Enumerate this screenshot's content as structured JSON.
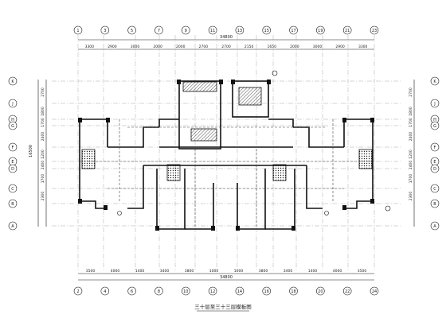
{
  "axes_top": [
    "1",
    "3",
    "5",
    "7",
    "9",
    "11",
    "13",
    "15",
    "17",
    "19",
    "21",
    "23"
  ],
  "axes_bottom": [
    "2",
    "4",
    "6",
    "8",
    "10",
    "12",
    "14",
    "16",
    "18",
    "20",
    "22",
    "24"
  ],
  "axes_rows": [
    "K",
    "J",
    "H",
    "G",
    "F",
    "E",
    "D",
    "C",
    "B",
    "A"
  ],
  "dims_top_overall": "34800",
  "dims_top": [
    "3300",
    "2900",
    "3000",
    "2000",
    "2000",
    "2700",
    "2700",
    "2150",
    "1650",
    "2000",
    "3000",
    "2900",
    "3300"
  ],
  "dims_bottom": [
    "3500",
    "4000",
    "1400",
    "3400",
    "3800",
    "1000",
    "1000",
    "3800",
    "3400",
    "1400",
    "4000",
    "3500"
  ],
  "dims_bottom_overall": "34800",
  "dims_side": [
    "2700",
    "1800",
    "1700",
    "2400",
    "1200",
    "2400",
    "1700",
    "2300"
  ],
  "dims_left_overall": "16500",
  "plan_title": "三十层至三十三层模板图",
  "colors": {
    "line": "#1a1a1a",
    "wall": "#111111",
    "dashed": "#444444"
  }
}
